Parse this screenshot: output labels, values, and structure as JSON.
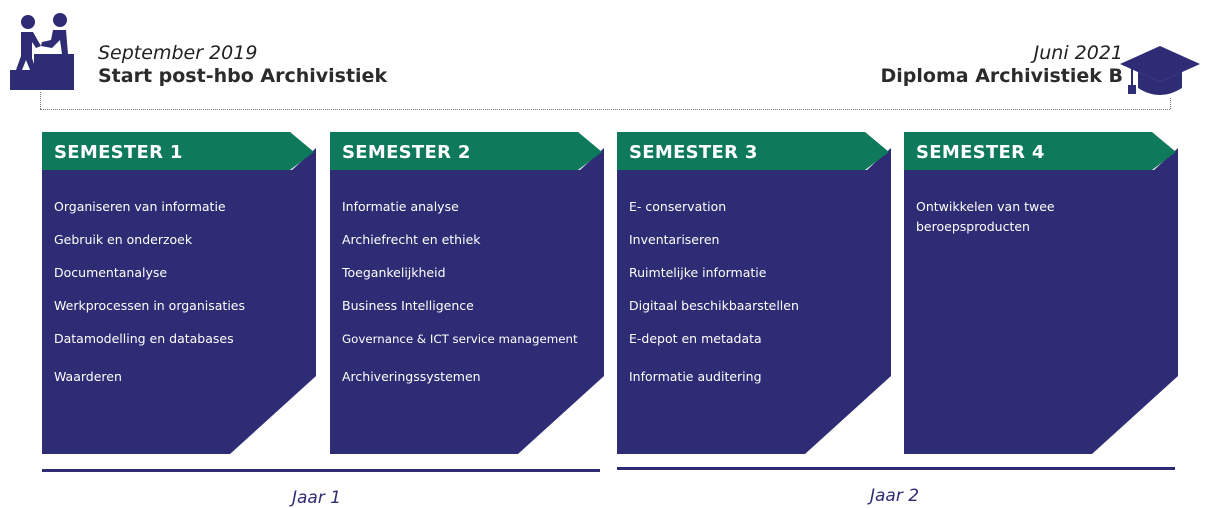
{
  "header": {
    "start": {
      "date": "September 2019",
      "title": "Start post-hbo Archivistiek"
    },
    "end": {
      "date": "Juni 2021",
      "title": "Diploma Archivistiek B"
    },
    "start_icon": "people-helping-step-icon",
    "end_icon": "graduation-cap-icon"
  },
  "colors": {
    "header_green": "#0e7a5b",
    "card_blue": "#2e2c74"
  },
  "semesters": [
    {
      "title": "SEMESTER 1",
      "courses": [
        "Organiseren van informatie",
        "Gebruik en onderzoek",
        "Documentanalyse",
        "Werkprocessen in organisaties",
        "Datamodelling en databases",
        "Waarderen"
      ]
    },
    {
      "title": "SEMESTER 2",
      "courses": [
        "Informatie analyse",
        "Archiefrecht en ethiek",
        "Toegankelijkheid",
        "Business Intelligence",
        "Governance & ICT service management",
        "Archiveringssystemen"
      ]
    },
    {
      "title": "SEMESTER 3",
      "courses": [
        "E- conservation",
        "Inventariseren",
        "Ruimtelijke informatie",
        "Digitaal beschikbaarstellen",
        "E-depot en metadata",
        "Informatie auditering"
      ]
    },
    {
      "title": "SEMESTER 4",
      "courses": [
        "Ontwikkelen van twee beroepsproducten"
      ]
    }
  ],
  "years": [
    "Jaar 1",
    "Jaar 2"
  ]
}
